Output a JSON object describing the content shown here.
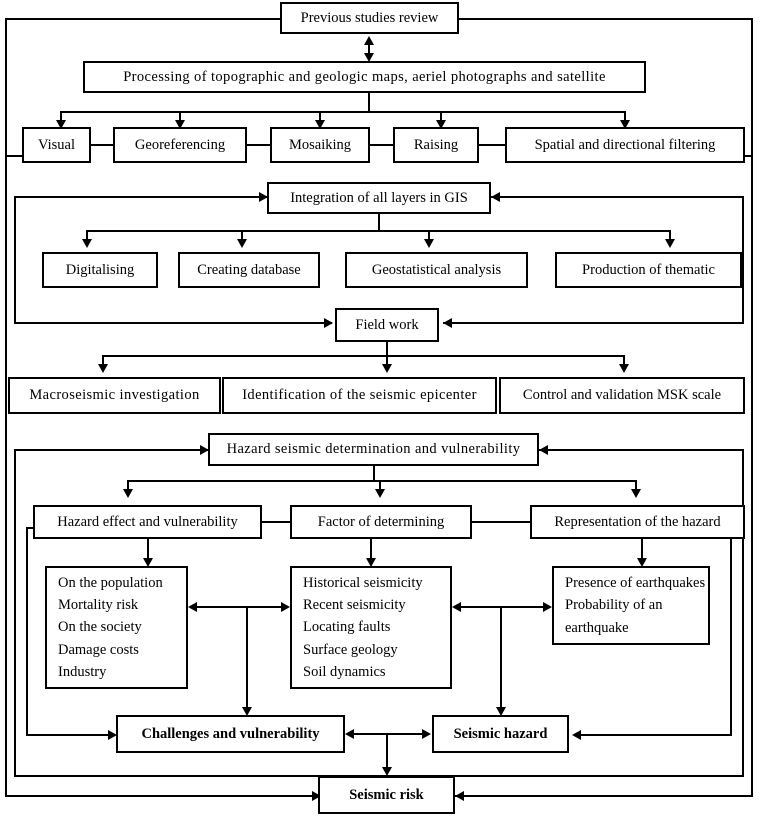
{
  "diagram": {
    "title": "Seismic risk assessment methodology flowchart",
    "type": "flowchart",
    "accent": "#000000",
    "background": "#ffffff"
  },
  "nodes": {
    "previous_studies": "Previous studies review",
    "processing": "Processing  of  topographic  and  geologic  maps,  aeriel  photographs  and  satellite",
    "visual": "Visual",
    "georeferencing": "Georeferencing",
    "mosaiking": "Mosaiking",
    "raising": "Raising",
    "spatial_filtering": "Spatial and directional filtering",
    "integration": "Integration of all layers in GIS",
    "digitalising": "Digitalising",
    "creating_database": "Creating database",
    "geostatistical": "Geostatistical analysis",
    "production_thematic": "Production of thematic",
    "field_work": "Field work",
    "macroseismic": "Macroseismic  investigation",
    "identification": "Identification of the seismic  epicenter",
    "control_msk": "Control and validation MSK scale",
    "hazard_determination": "Hazard seismic  determination and vulnerability",
    "hazard_effect": "Hazard effect and vulnerability",
    "factor_determining": "Factor of determining",
    "representation": "Representation of the hazard",
    "challenges": "Challenges and vulnerability",
    "seismic_hazard": "Seismic hazard",
    "seismic_risk": "Seismic risk"
  },
  "lists": {
    "hazard_effect_items": [
      "On the population",
      "Mortality risk",
      "On the society",
      "Damage costs",
      "Industry"
    ],
    "factor_items": [
      "Historical seismicity",
      "Recent seismicity",
      "Locating faults",
      "Surface geology",
      "Soil dynamics"
    ],
    "representation_items": [
      "Presence of earthquakes",
      "Probability of an",
      "earthquake"
    ]
  }
}
